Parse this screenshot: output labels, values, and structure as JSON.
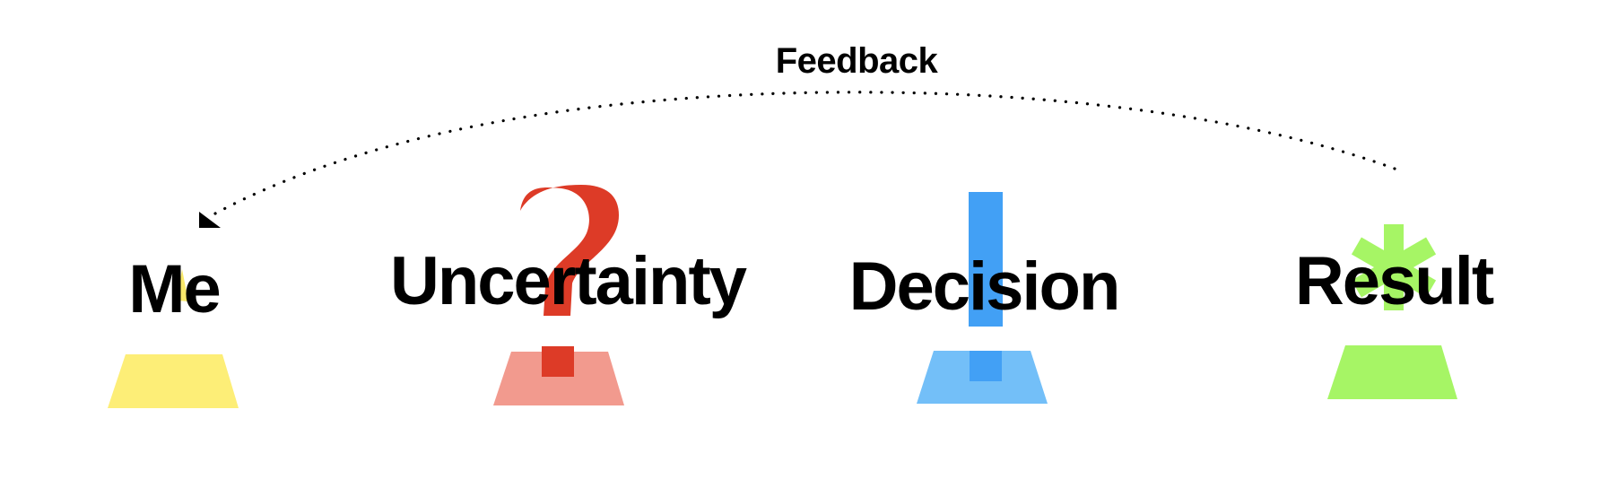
{
  "feedback": {
    "label": "Feedback"
  },
  "nodes": [
    {
      "id": "me",
      "label": "Me",
      "symbol": "none",
      "symbol_color": "#f8e86a",
      "pedestal_color": "#fdee77"
    },
    {
      "id": "uncertainty",
      "label": "Uncertainty",
      "symbol": "?",
      "symbol_color": "#dd3b27",
      "pedestal_color": "#f29a8e"
    },
    {
      "id": "decision",
      "label": "Decision",
      "symbol": "!",
      "symbol_color": "#42a0f5",
      "pedestal_color": "#73bff8"
    },
    {
      "id": "result",
      "label": "Result",
      "symbol": "*",
      "symbol_color": "#a6f565",
      "pedestal_color": "#a6f565"
    }
  ],
  "colors": {
    "text": "#000000",
    "arrow": "#000000"
  }
}
